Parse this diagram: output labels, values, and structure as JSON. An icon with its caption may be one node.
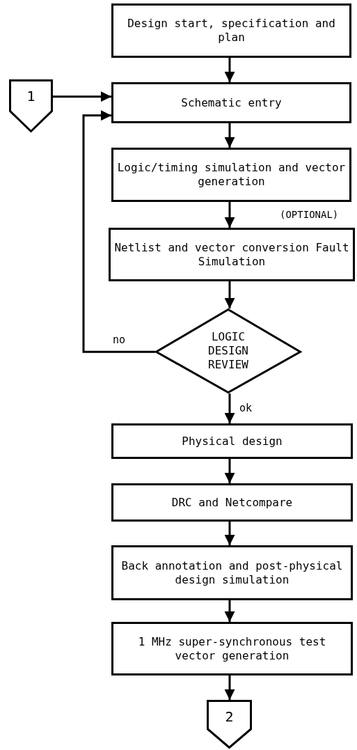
{
  "diagram": {
    "nodes": [
      {
        "text": [
          "Design start, specification and plan"
        ]
      },
      {
        "text": [
          "1"
        ]
      },
      {
        "text": [
          "Schematic entry"
        ]
      },
      {
        "text": [
          "Logic/timing simulation and vector generation"
        ]
      },
      {
        "text": [
          "Netlist and vector conversion Fault Simulation"
        ]
      },
      {
        "text": [
          "LOGIC DESIGN REVIEW"
        ]
      },
      {
        "text": [
          "Physical design"
        ]
      },
      {
        "text": [
          "DRC and Netcompare"
        ]
      },
      {
        "text": [
          "Back annotation and post-physical design simulation"
        ]
      },
      {
        "text": [
          "1 MHz super-synchronous test vector generation"
        ]
      },
      {
        "text": [
          "2"
        ]
      }
    ],
    "edges": [
      {
        "from": 0,
        "to": 2,
        "arrow": "to"
      },
      {
        "from": 1,
        "to": 2,
        "arrow": "to"
      },
      {
        "from": 2,
        "to": 3,
        "arrow": "to"
      },
      {
        "from": 3,
        "to": 4,
        "arrow": "to"
      },
      {
        "from": 4,
        "to": 5,
        "arrow": "to"
      },
      {
        "from": 5,
        "to": 2,
        "arrow": "to",
        "label": "no"
      },
      {
        "from": 5,
        "to": 6,
        "arrow": "to",
        "label": "ok"
      },
      {
        "from": 6,
        "to": 7,
        "arrow": "to"
      },
      {
        "from": 7,
        "to": 8,
        "arrow": "to"
      },
      {
        "from": 8,
        "to": 9,
        "arrow": "to"
      },
      {
        "from": 9,
        "to": 10,
        "arrow": "to"
      }
    ],
    "labels": [
      "(OPTIONAL)"
    ]
  }
}
